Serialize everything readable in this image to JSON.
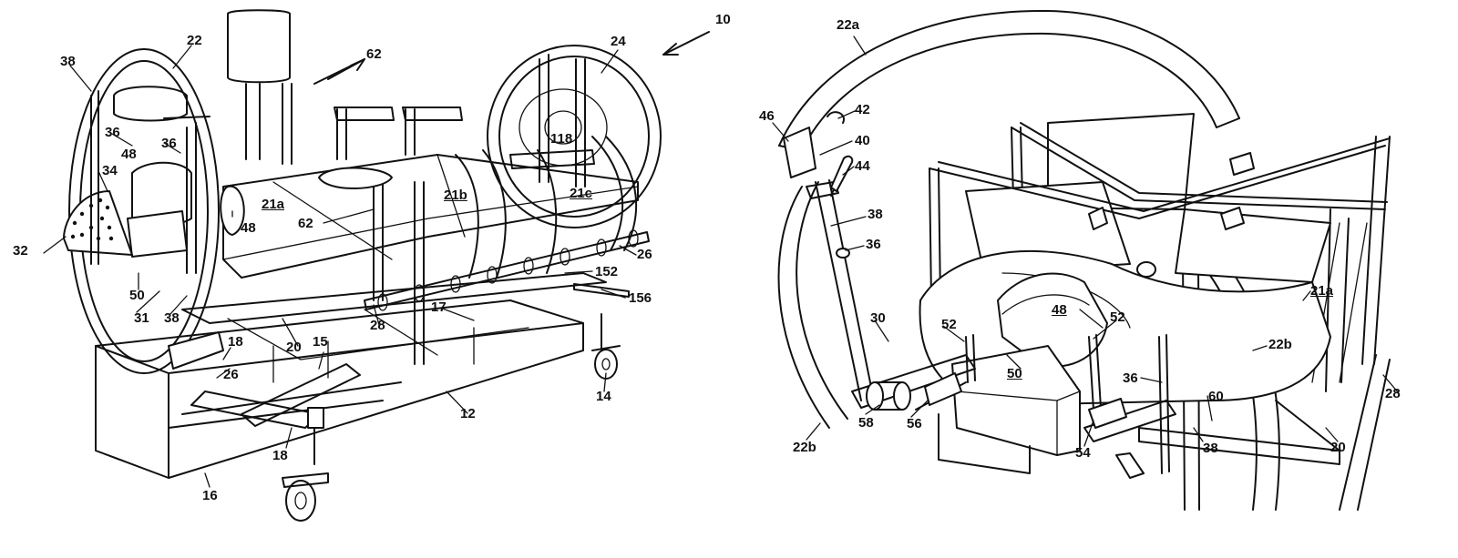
{
  "figure_number": "10",
  "left_view": {
    "labels": [
      "22",
      "38",
      "36",
      "48",
      "36",
      "34",
      "32",
      "50",
      "31",
      "38",
      "18",
      "26",
      "20",
      "15",
      "18",
      "16",
      "12",
      "14",
      "17",
      "28",
      "152",
      "156",
      "26",
      "24",
      "118",
      "21c",
      "21b",
      "21a",
      "48",
      "62",
      "62"
    ]
  },
  "right_view": {
    "labels": [
      "22a",
      "46",
      "42",
      "40",
      "44",
      "38",
      "36",
      "30",
      "52",
      "48",
      "52",
      "50",
      "21a",
      "22b",
      "36",
      "60",
      "28",
      "20",
      "38",
      "54",
      "56",
      "58",
      "22b"
    ]
  },
  "underlined_labels": [
    "21a",
    "21b",
    "21c",
    "48",
    "50"
  ]
}
